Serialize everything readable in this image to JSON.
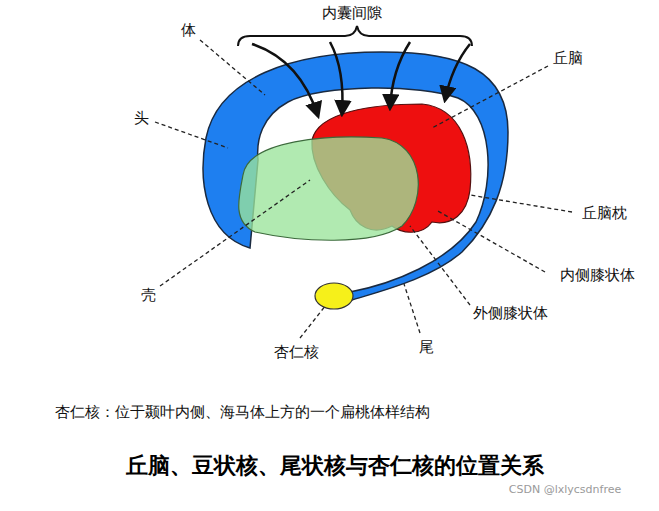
{
  "diagram": {
    "title": "丘脑、豆状核、尾状核与杏仁核的位置关系",
    "labels": [
      "内囊间隙",
      "体",
      "丘脑",
      "头",
      "丘脑枕",
      "内侧膝状体",
      "壳",
      "外侧膝状体",
      "杏仁核",
      "尾",
      "杏仁核：位于颞叶内侧、海马体上方的一个扁桃体样结构",
      "CSDN @lxlycsdnfree"
    ]
  }
}
